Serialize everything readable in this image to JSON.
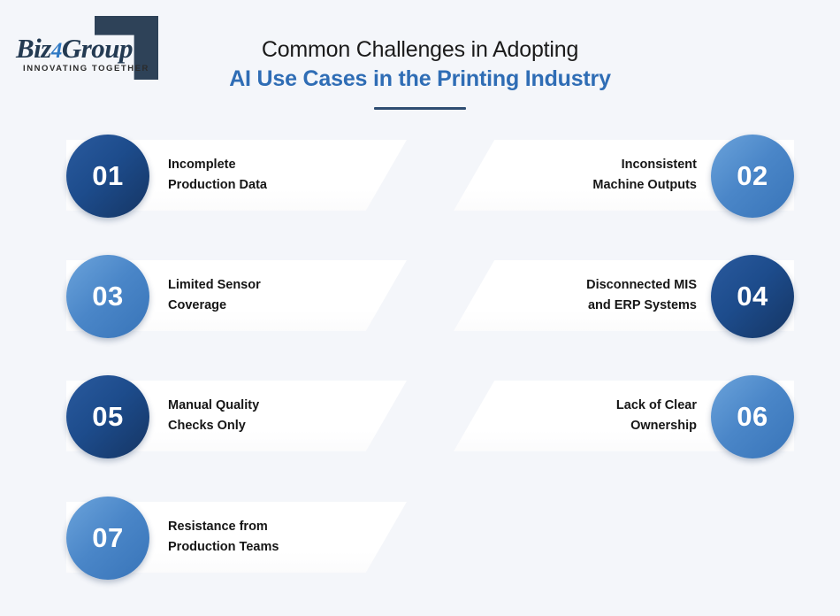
{
  "brand": {
    "name_part1": "Biz",
    "name_digit": "4",
    "name_part2": "Group",
    "tagline": "INNOVATING TOGETHER"
  },
  "header": {
    "title_line1": "Common Challenges in Adopting",
    "title_line2": "AI Use Cases in the Printing Industry"
  },
  "colors": {
    "background": "#F4F6FA",
    "accent_blue": "#2F6DB5",
    "badge_dark": "#1D4C8C",
    "badge_light": "#4A86C8",
    "rule": "#2F4D72",
    "text": "#161616"
  },
  "items": [
    {
      "number": "01",
      "label": "Incomplete\nProduction Data",
      "side": "left",
      "badge": "dark"
    },
    {
      "number": "02",
      "label": "Inconsistent\nMachine Outputs",
      "side": "right",
      "badge": "light"
    },
    {
      "number": "03",
      "label": "Limited Sensor\nCoverage",
      "side": "left",
      "badge": "light"
    },
    {
      "number": "04",
      "label": "Disconnected MIS\nand ERP Systems",
      "side": "right",
      "badge": "dark"
    },
    {
      "number": "05",
      "label": "Manual Quality\nChecks Only",
      "side": "left",
      "badge": "dark"
    },
    {
      "number": "06",
      "label": "Lack of Clear\nOwnership",
      "side": "right",
      "badge": "light"
    },
    {
      "number": "07",
      "label": "Resistance from\nProduction Teams",
      "side": "left",
      "badge": "light"
    }
  ]
}
